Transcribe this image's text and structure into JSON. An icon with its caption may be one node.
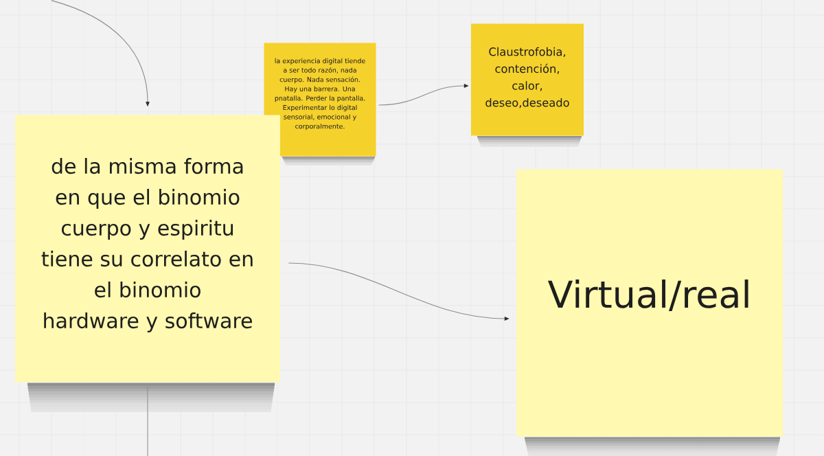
{
  "diagram": {
    "nodes": [
      {
        "text": [
          "de la misma forma en que el binomio cuerpo y espiritu tiene su correlato en el binomio hardware y software"
        ]
      },
      {
        "text": [
          "la experiencia digital tiende a ser todo razón, nada cuerpo. Nada sensación. Hay una barrera. Una pnatalla. Perder la pantalla. Experimentar lo digital sensorial, emocional y corporalmente."
        ]
      },
      {
        "text": [
          "Claustrofobia, contención, calor, deseo,deseado"
        ]
      },
      {
        "text": [
          "Virtual/real"
        ]
      }
    ],
    "edges": [
      {
        "from": null,
        "to": 0,
        "arrow": "to"
      },
      {
        "from": 1,
        "to": 2,
        "arrow": "to"
      },
      {
        "from": 0,
        "to": 3,
        "arrow": "to"
      },
      {
        "from": 0,
        "to": null,
        "arrow": "none"
      }
    ]
  }
}
